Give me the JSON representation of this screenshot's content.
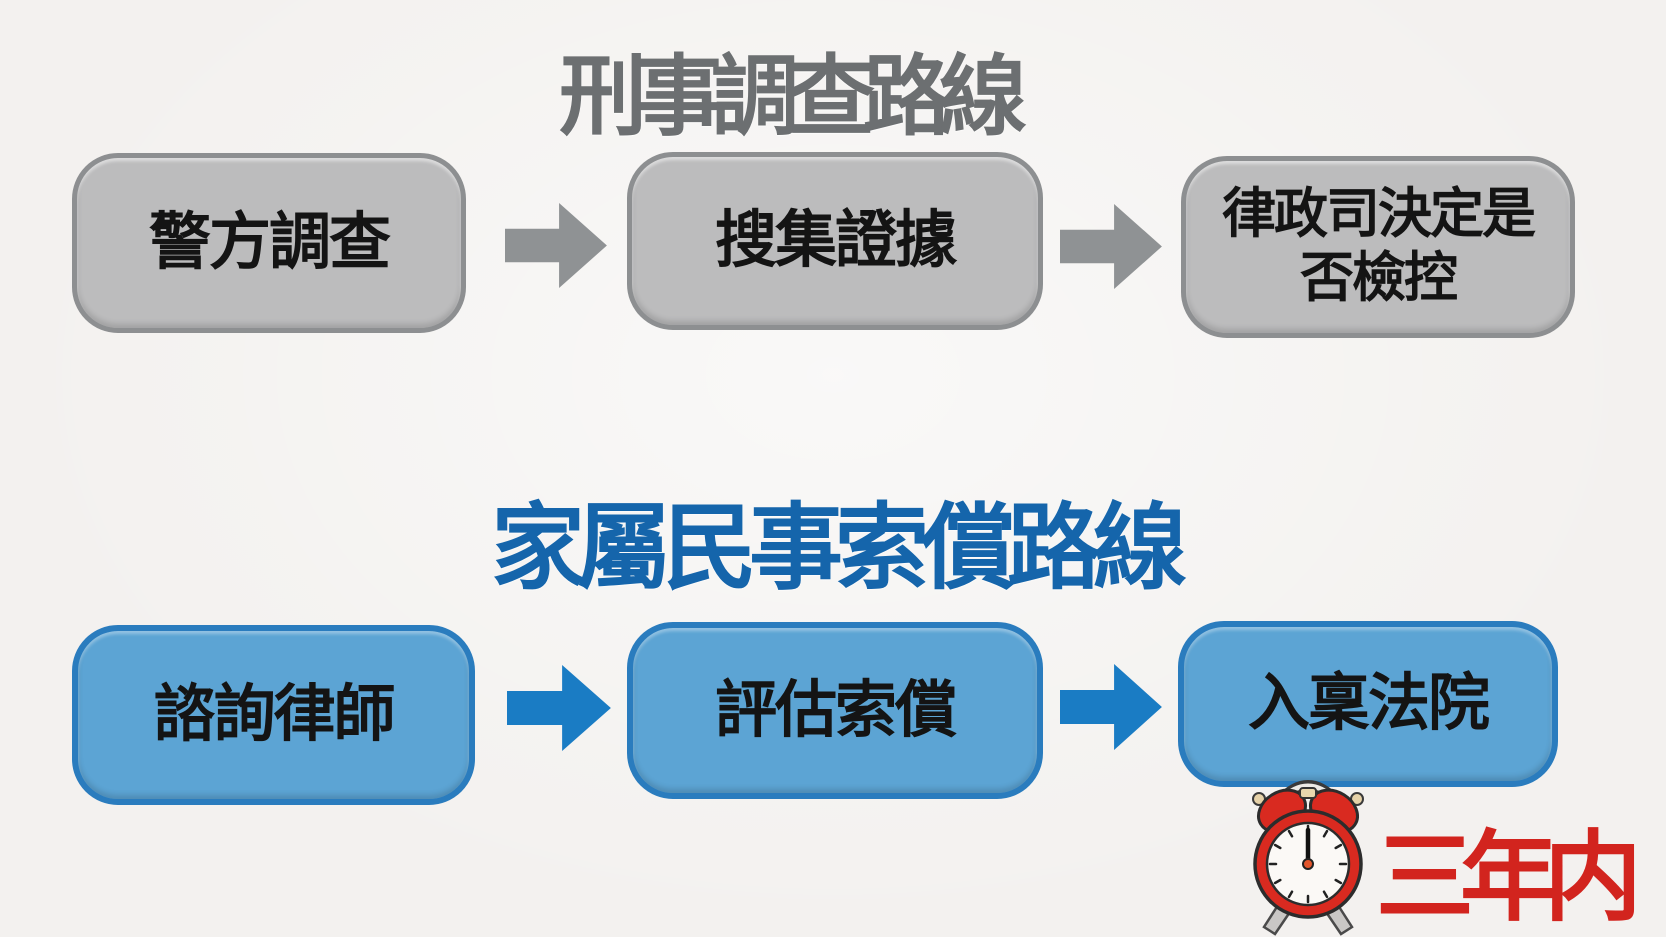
{
  "flows": [
    {
      "title": "刑事調查路線",
      "theme": "gray",
      "steps": [
        {
          "label": "警方調查"
        },
        {
          "label": "搜集證據"
        },
        {
          "label": "律政司決定是否檢控"
        }
      ]
    },
    {
      "title": "家屬民事索償路線",
      "theme": "blue",
      "steps": [
        {
          "label": "諮詢律師"
        },
        {
          "label": "評估索償"
        },
        {
          "label": "入稟法院"
        }
      ]
    }
  ],
  "deadline": {
    "icon": "alarm-clock-icon",
    "label": "三年内"
  },
  "colors": {
    "background": "#f3f1ef",
    "criminal_title": "#6c6f71",
    "criminal_box_fill": "#bcbcbd",
    "criminal_box_border": "#8d8f91",
    "criminal_arrow": "#8f9294",
    "civil_title": "#1565ab",
    "civil_box_fill": "#5ca4d4",
    "civil_box_border": "#2a7cbe",
    "civil_arrow": "#1a7cc4",
    "deadline_red": "#d2241e",
    "clock_red": "#d92a20",
    "box_text": "#141414"
  }
}
